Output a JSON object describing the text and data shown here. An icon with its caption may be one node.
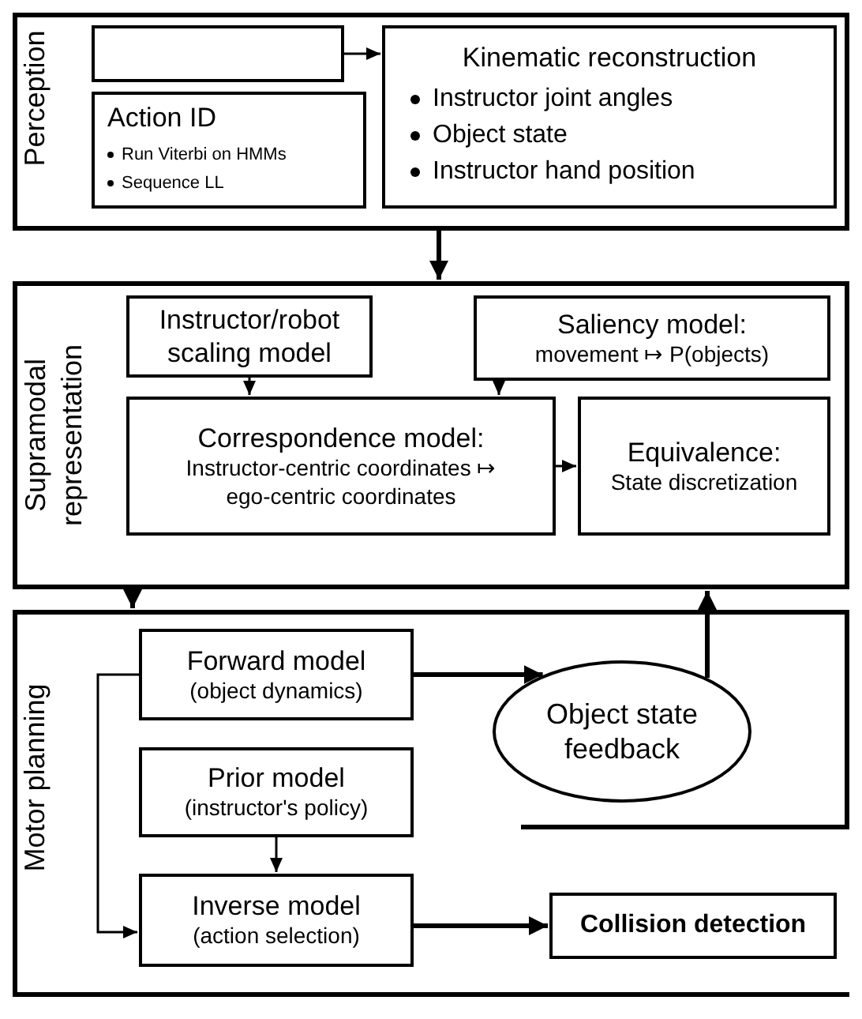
{
  "diagram": {
    "nodes": [
      {
        "text": [
          "Perception"
        ]
      },
      {
        "text": [],
        "shape": "box",
        "in": 0
      },
      {
        "text": [
          "Action ID",
          "Run Viterbi on HMMs",
          "Sequence LL"
        ],
        "in": 0
      },
      {
        "text": [
          "Kinematic reconstruction",
          "Instructor joint angles",
          "Object state",
          "Instructor hand position"
        ],
        "in": 0
      },
      {
        "text": [
          "Supramodal representation"
        ]
      },
      {
        "text": [
          "Instructor/robot scaling model"
        ],
        "in": 4
      },
      {
        "text": [
          "Saliency model:",
          "movement ↦ P(objects)"
        ],
        "in": 4
      },
      {
        "text": [
          "Correspondence model:",
          "Instructor-centric coordinates ↦ ego-centric coordinates"
        ],
        "in": 4
      },
      {
        "text": [
          "Equivalence:",
          "State discretization"
        ],
        "in": 4
      },
      {
        "text": [
          "Motor planning"
        ]
      },
      {
        "text": [
          "Forward model",
          "(object dynamics)"
        ],
        "in": 9
      },
      {
        "text": [
          "Object state feedback"
        ],
        "in": 9
      },
      {
        "text": [
          "Prior model",
          "(instructor's policy)"
        ],
        "in": 9
      },
      {
        "text": [
          "Inverse model",
          "(action selection)"
        ],
        "in": 9
      },
      {
        "text": [
          "Collision detection"
        ],
        "in": 9
      }
    ],
    "edges": [
      {
        "from": 1,
        "to": 3,
        "arrow": "to"
      },
      {
        "from": 0,
        "to": 4,
        "arrow": "to",
        "style": "thick"
      },
      {
        "from": 5,
        "to": 7,
        "arrow": "to"
      },
      {
        "from": 6,
        "to": 7,
        "arrow": "to"
      },
      {
        "from": 7,
        "to": 8,
        "arrow": "to"
      },
      {
        "from": 4,
        "to": 9,
        "arrow": "to",
        "style": "thick"
      },
      {
        "from": 11,
        "to": 4,
        "arrow": "to",
        "style": "thick"
      },
      {
        "from": 10,
        "to": 11,
        "arrow": "to",
        "style": "thick"
      },
      {
        "from": 12,
        "to": 13,
        "arrow": "to"
      },
      {
        "from": 10,
        "to": 13,
        "arrow": "to"
      },
      {
        "from": 13,
        "to": 14,
        "arrow": "to",
        "style": "thick"
      }
    ]
  }
}
